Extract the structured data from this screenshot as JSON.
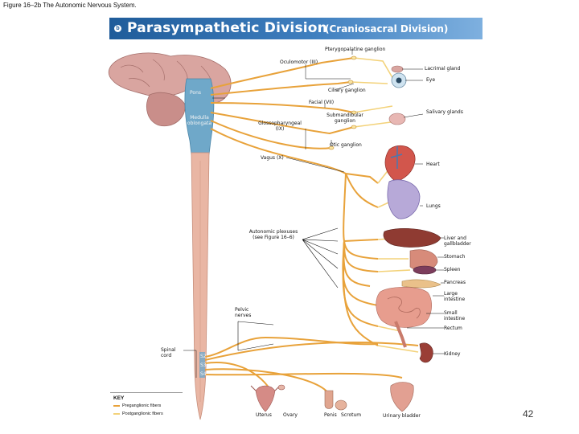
{
  "figure_caption": "Figure 16–2b The Autonomic Nervous System.",
  "title": {
    "badge": "b",
    "main": "Parasympathetic Division",
    "sub": "(Craniosacral Division)"
  },
  "labels": {
    "pterygopalatine": "Pterygopalatine ganglion",
    "oculomotor": "Oculomotor (III)",
    "lacrimal": "Lacrimal gland",
    "eye": "Eye",
    "pons": "Pons",
    "ciliary": "Ciliary ganglion",
    "facial": "Facial (VII)",
    "medulla": "Medulla oblongata",
    "submandibular": "Submandibular ganglion",
    "salivary": "Salivary glands",
    "glossopharyngeal": "Glossopharyngeal (IX)",
    "otic": "Otic ganglion",
    "vagus": "Vagus (X)",
    "heart": "Heart",
    "lungs": "Lungs",
    "autonomic": "Autonomic plexuses (see Figure 16–6)",
    "liver": "Liver and gallbladder",
    "stomach": "Stomach",
    "spleen": "Spleen",
    "pancreas": "Pancreas",
    "large_intestine": "Large intestine",
    "pelvic": "Pelvic nerves",
    "small_intestine": "Small intestine",
    "rectum": "Rectum",
    "spinal_cord": "Spinal cord",
    "kidney": "Kidney",
    "s2": "S2",
    "s3": "S3",
    "s4": "S4",
    "uterus": "Uterus",
    "ovary": "Ovary",
    "penis": "Penis",
    "scrotum": "Scrotum",
    "urinary_bladder": "Urinary bladder"
  },
  "key": {
    "title": "KEY",
    "preganglionic": "Preganglionic fibers",
    "postganglionic": "Postganglionic fibers"
  },
  "page_number": "42",
  "colors": {
    "title_bar": "#1f5c9a",
    "preganglionic": "#e8a23a",
    "postganglionic": "#f3d27a",
    "brainstem": "#6fa8c9",
    "spinal_cord": "#e9b6a4",
    "brain": "#d9a5a0"
  }
}
